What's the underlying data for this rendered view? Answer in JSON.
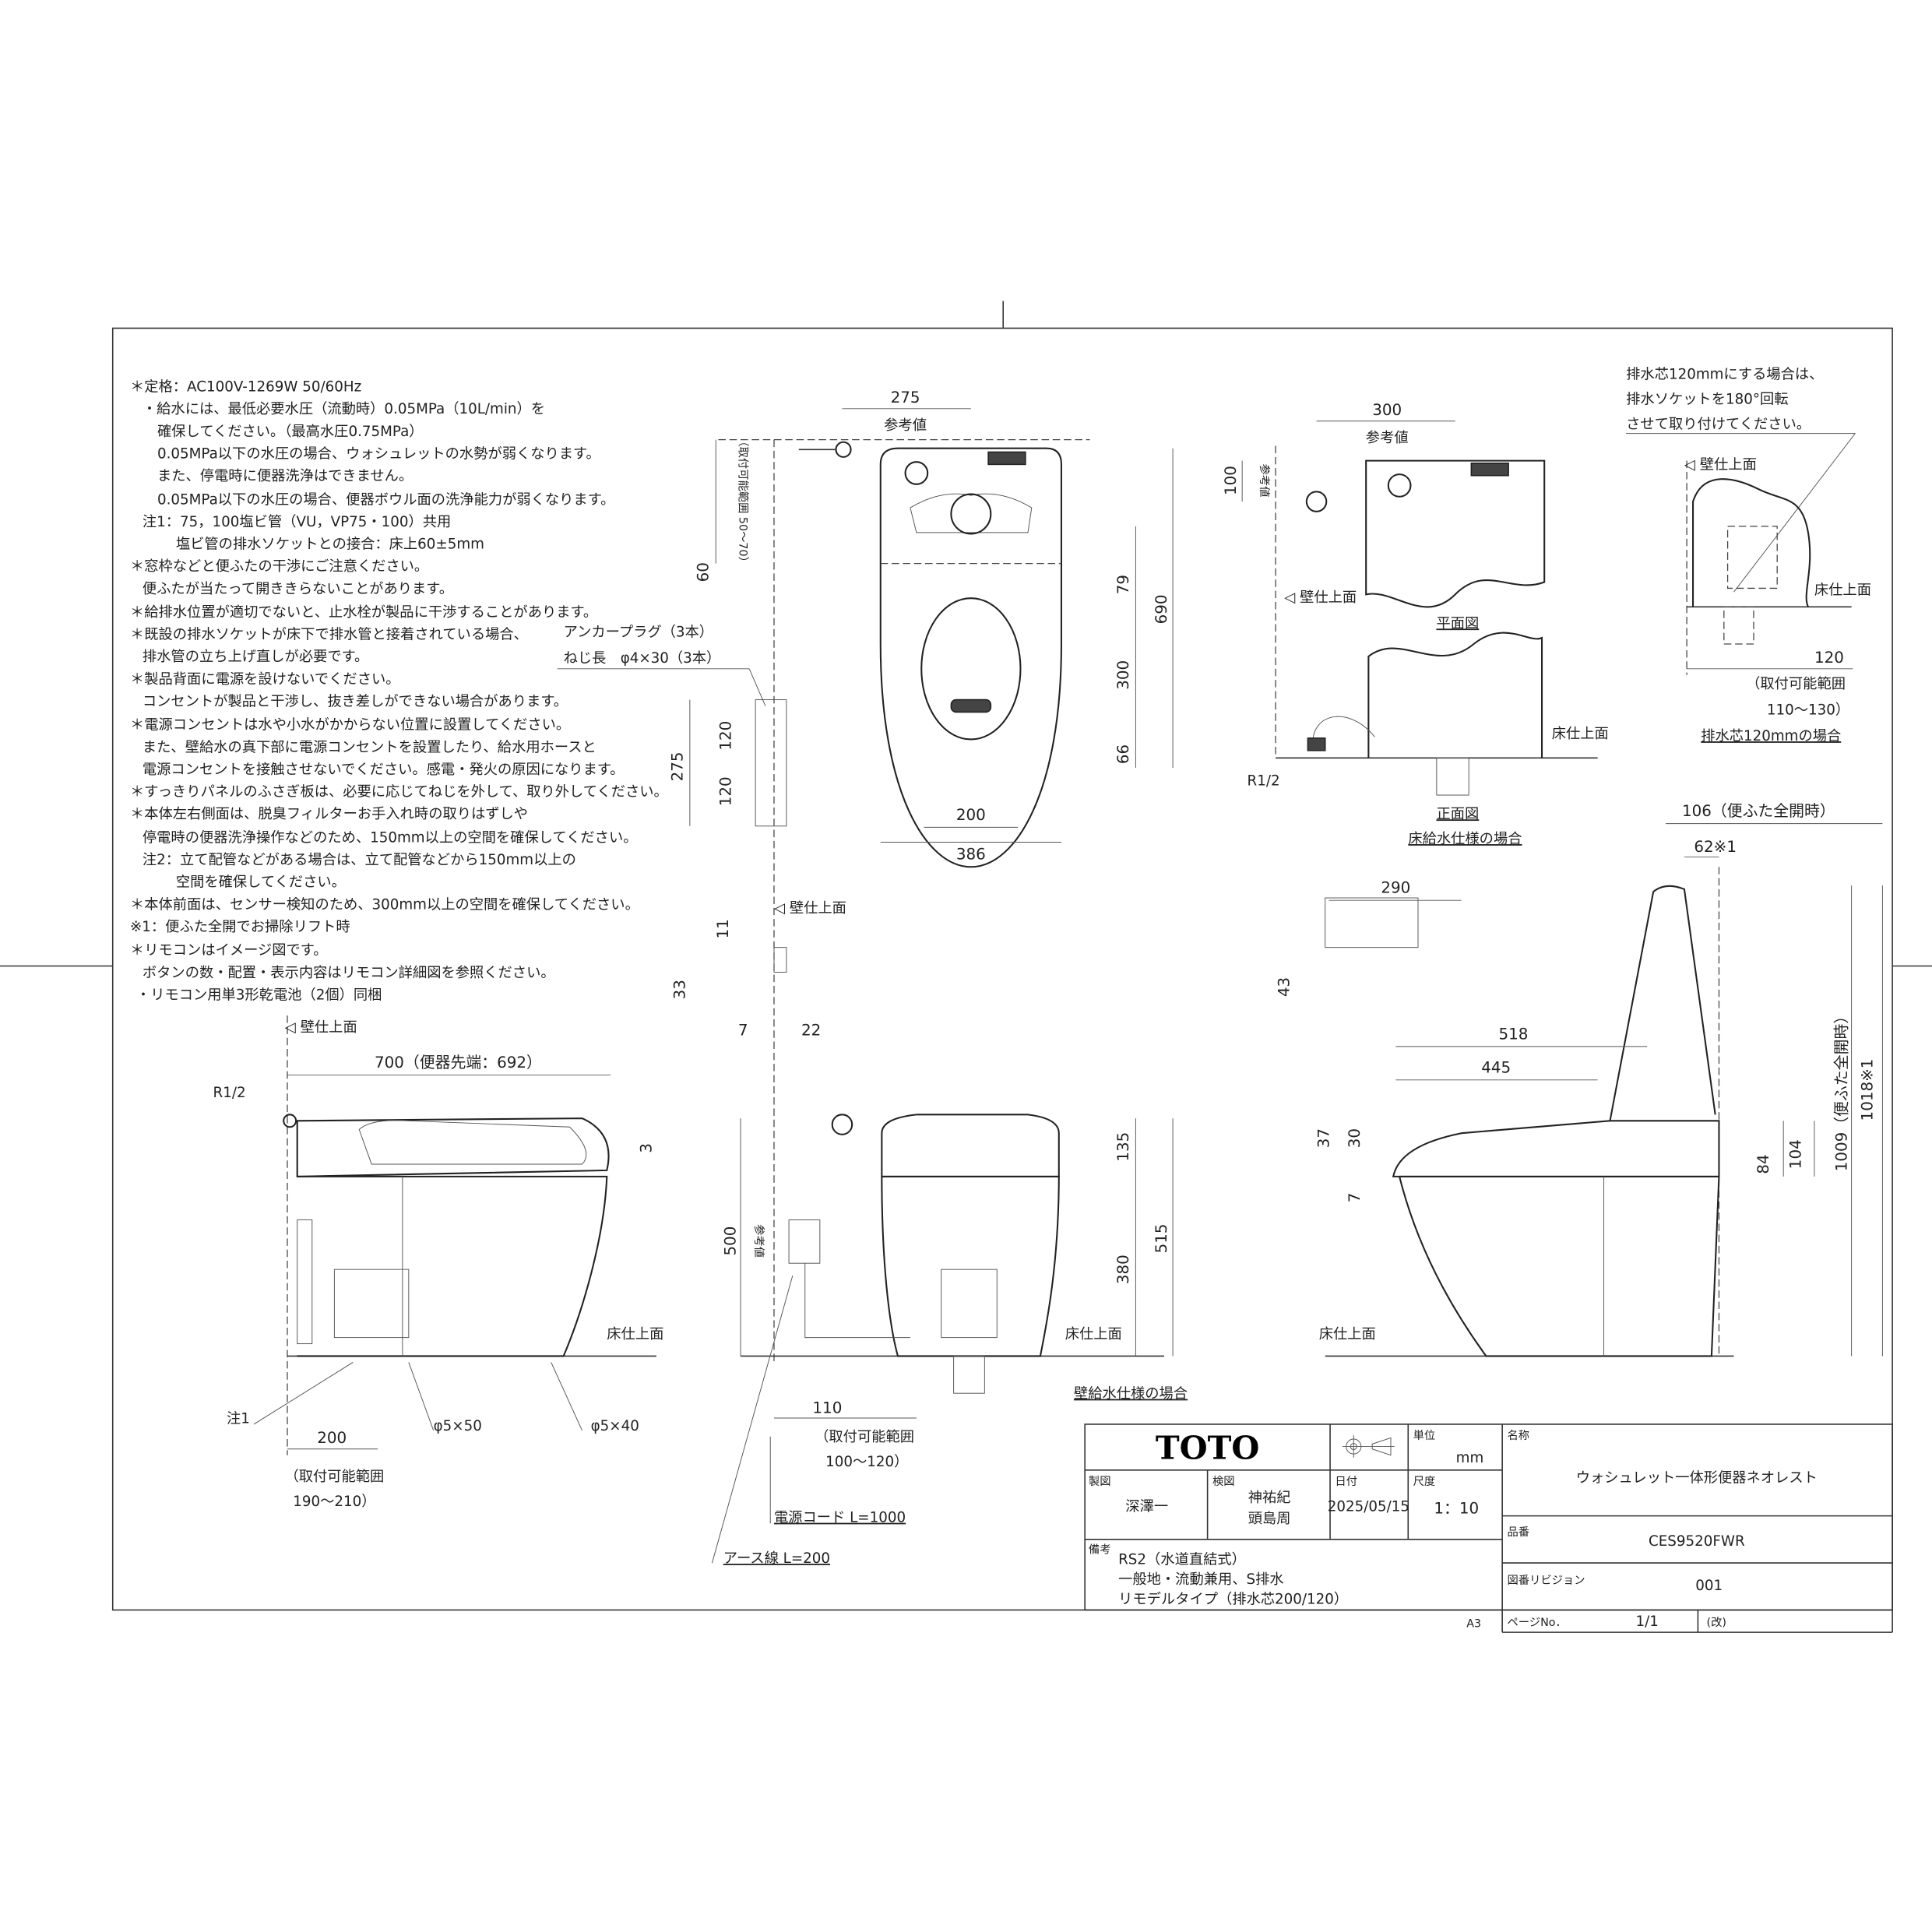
{
  "notes": [
    "＊定格：AC100V-1269W 50/60Hz",
    "・給水には、最低必要水圧（流動時）0.05MPa（10L/min）を",
    "確保してください。（最高水圧0.75MPa）",
    "0.05MPa以下の水圧の場合、ウォシュレットの水勢が弱くなります。",
    "また、停電時に便器洗浄はできません。",
    "0.05MPa以下の水圧の場合、便器ボウル面の洗浄能力が弱くなります。",
    "注1：75，100塩ビ管（VU，VP75・100）共用",
    "塩ビ管の排水ソケットとの接合：床上60±5mm",
    "＊窓枠などと便ふたの干渉にご注意ください。",
    "便ふたが当たって開ききらないことがあります。",
    "＊給排水位置が適切でないと、止水栓が製品に干渉することがあります。",
    "＊既設の排水ソケットが床下で排水管と接着されている場合、",
    "排水管の立ち上げ直しが必要です。",
    "＊製品背面に電源を設けないでください。",
    "コンセントが製品と干渉し、抜き差しができない場合があります。",
    "＊電源コンセントは水や小水がかからない位置に設置してください。",
    "また、壁給水の真下部に電源コンセントを設置したり、給水用ホースと",
    "電源コンセントを接触させないでください。感電・発火の原因になります。",
    "＊すっきりパネルのふさぎ板は、必要に応じてねじを外して、取り外してください。",
    "＊本体左右側面は、脱臭フィルターお手入れ時の取りはずしや",
    "停電時の便器洗浄操作などのため、150mm以上の空間を確保してください。",
    "注2：立て配管などがある場合は、立て配管などから150mm以上の",
    "空間を確保してください。",
    "＊本体前面は、センサー検知のため、300mm以上の空間を確保してください。",
    "※1：便ふた全開でお掃除リフト時",
    "＊リモコンはイメージ図です。",
    "ボタンの数・配置・表示内容はリモコン詳細図を参照ください。",
    "・リモコン用単3形乾電池（2個）同梱"
  ],
  "top_plan": {
    "dims": [
      "275",
      "60",
      "79",
      "300",
      "66",
      "690",
      "200",
      "386",
      "120",
      "120",
      "275"
    ],
    "reference": "参考値",
    "install_range": "（取付可能範囲 50～70）",
    "anchor_plug": "アンカープラグ（3本）",
    "screw_length": "ねじ長　φ4×30（3本）"
  },
  "floor_supply": {
    "dims": [
      "300",
      "100"
    ],
    "reference": "参考値",
    "wall_finish": "壁仕上面",
    "plan_view": "平面図",
    "floor_finish": "床仕上面",
    "r12": "R1/2",
    "front_view": "正面図",
    "caption": "床給水仕様の場合"
  },
  "drain120": {
    "note": [
      "排水芯120mmにする場合は、",
      "排水ソケットを180°回転",
      "させて取り付けてください。"
    ],
    "wall_finish": "壁仕上面",
    "floor_finish": "床仕上面",
    "dim": "120",
    "range_1": "（取付可能範囲",
    "range_2": "110～130）",
    "caption": "排水芯120mmの場合"
  },
  "side_view": {
    "wall_finish": "壁仕上面",
    "length": "700（便器先端：692）",
    "r12": "R1/2",
    "dim_3": "3",
    "floor_finish": "床仕上面",
    "note1": "注1",
    "screw_a": "φ5×50",
    "screw_b": "φ5×40",
    "dim_200": "200",
    "range_1": "（取付可能範囲",
    "range_2": "190～210）"
  },
  "front_view": {
    "wall_finish": "壁仕上面",
    "dims": [
      "11",
      "33",
      "7",
      "22",
      "135",
      "515",
      "380",
      "500",
      "110"
    ],
    "reference": "参考値",
    "floor_finish": "床仕上面",
    "caption": "壁給水仕様の場合",
    "range_1": "（取付可能範囲",
    "range_2": "100～120）",
    "power_cord": "電源コード L=1000",
    "earth_wire": "アース線 L=200"
  },
  "open_view": {
    "dim_106": "106（便ふた全開時）",
    "dim_62": "62※1",
    "dims": [
      "290",
      "43",
      "518",
      "445",
      "37",
      "30",
      "7",
      "84",
      "104"
    ],
    "dim_1009": "1009（便ふた全開時）",
    "dim_1018": "1018※1",
    "floor_finish": "床仕上面"
  },
  "title_block": {
    "logo": "TOTO",
    "unit_label": "単位",
    "unit": "mm",
    "name_label": "名称",
    "name": "ウォシュレット一体形便器ネオレスト",
    "drawn_label": "製図",
    "drawn_by": "深澤一",
    "checked_label": "検図",
    "checked_by_1": "神祐紀",
    "checked_by_2": "頭島周",
    "date_label": "日付",
    "date": "2025/05/15",
    "scale_label": "尺度",
    "scale": "1：10",
    "part_label": "品番",
    "part_number": "CES9520FWR",
    "remarks_label": "備考",
    "remarks": [
      "RS2（水道直結式）",
      "一般地・流動兼用、S排水",
      "リモデルタイプ（排水芯200/120）"
    ],
    "revision_label": "図番リビジョン",
    "revision": "001",
    "paper_size": "A3",
    "page_label": "ページNo．",
    "page": "1/1",
    "rev_mark": "(改)"
  }
}
